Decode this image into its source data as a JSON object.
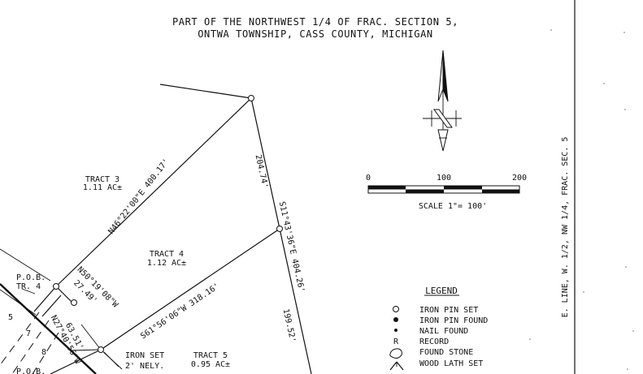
{
  "title": {
    "line1": "PART OF THE NORTHWEST 1/4 OF FRAC. SECTION 5,",
    "line2": "ONTWA TOWNSHIP, CASS COUNTY, MICHIGAN"
  },
  "scale_bar": {
    "tick_0": "0",
    "tick_100": "100",
    "tick_200": "200",
    "label": "SCALE 1\"= 100'"
  },
  "tracts": {
    "tract3": {
      "name": "TRACT 3",
      "area": "1.11 AC±"
    },
    "tract4": {
      "name": "TRACT 4",
      "area": "1.12 AC±"
    },
    "tract5": {
      "name": "TRACT 5",
      "area": "0.95 AC±"
    }
  },
  "courses": {
    "north_line": "N46°22'00\"E 400.17'",
    "east_upper_dist": "204.74'",
    "east_bearing": "S11°43'36\"E 404.26'",
    "east_lower_dist": "199.52'",
    "south_line": "S61°56'06\"W 318.16'",
    "short_bearing": "N50°19'08\"W",
    "short_dist": "27.49'",
    "west_bearing": "N27°40'56\"W",
    "west_dist": "63.51'"
  },
  "labels": {
    "pob_line1": "P.O.B.",
    "pob_line2": "TR. 4",
    "pob_bottom": "P.O.B.",
    "iron_set_line1": "IRON SET",
    "iron_set_line2": "2' NELY.",
    "lot_5": "5",
    "lot_7": "7",
    "lot_8": "8",
    "section_line": "E. LINE, W. 1/2, NW 1/4, FRAC. SEC. 5"
  },
  "legend": {
    "title": "LEGEND",
    "items": [
      {
        "symbol": "iron-pin-set-icon",
        "label": "IRON PIN SET"
      },
      {
        "symbol": "iron-pin-found-icon",
        "label": "IRON PIN FOUND"
      },
      {
        "symbol": "nail-found-icon",
        "label": "NAIL FOUND"
      },
      {
        "symbol": "R",
        "label": "RECORD"
      },
      {
        "symbol": "found-stone-icon",
        "label": "FOUND STONE"
      },
      {
        "symbol": "wood-lath-set-icon",
        "label": "WOOD LATH SET"
      }
    ]
  }
}
